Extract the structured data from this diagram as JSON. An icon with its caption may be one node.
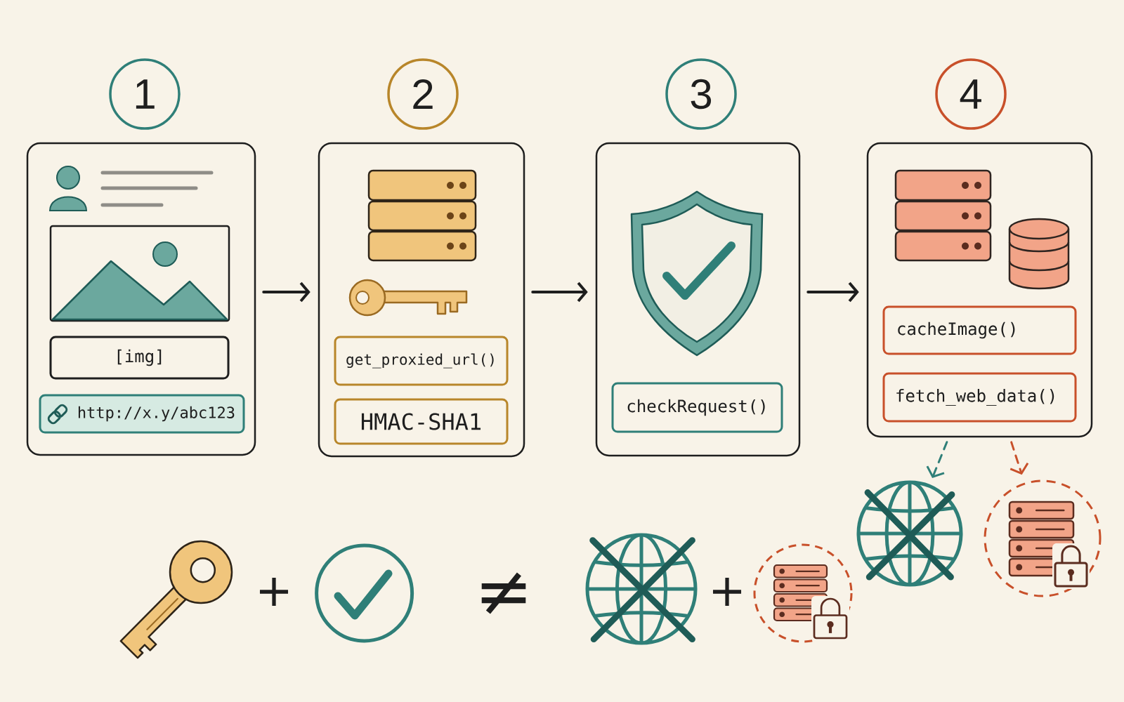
{
  "diagram": {
    "nodes": [
      {
        "text": [
          "1"
        ]
      },
      {
        "text": [],
        "shape": "box"
      },
      {
        "text": [
          "[img]"
        ],
        "in": 1
      },
      {
        "text": [
          "http://x.y/abc123"
        ],
        "in": 1
      },
      {
        "text": [
          "2"
        ]
      },
      {
        "text": [],
        "shape": "box"
      },
      {
        "text": [
          "get_proxied_url()"
        ],
        "in": 5
      },
      {
        "text": [
          "HMAC-SHA1"
        ],
        "in": 5
      },
      {
        "text": [
          "3"
        ]
      },
      {
        "text": [],
        "shape": "box"
      },
      {
        "text": [
          "checkRequest()"
        ],
        "in": 9
      },
      {
        "text": [
          "4"
        ]
      },
      {
        "text": [],
        "shape": "box"
      },
      {
        "text": [
          "cacheImage()"
        ],
        "in": 12
      },
      {
        "text": [
          "fetch_web_data()"
        ],
        "in": 12
      },
      {
        "text": [],
        "shape": "picture"
      },
      {
        "text": [],
        "shape": "circle"
      }
    ],
    "edges": [
      {
        "from": 1,
        "to": 5,
        "arrow": "to"
      },
      {
        "from": 5,
        "to": 9,
        "arrow": "to"
      },
      {
        "from": 9,
        "to": 12,
        "arrow": "to"
      },
      {
        "from": 12,
        "to": 15,
        "arrow": "to",
        "style": "dashed",
        "color": "#2f7f78"
      },
      {
        "from": 12,
        "to": 16,
        "arrow": "to",
        "style": "dashed",
        "color": "#c8502a"
      }
    ],
    "labels": [
      "+",
      "≠",
      "+"
    ]
  }
}
